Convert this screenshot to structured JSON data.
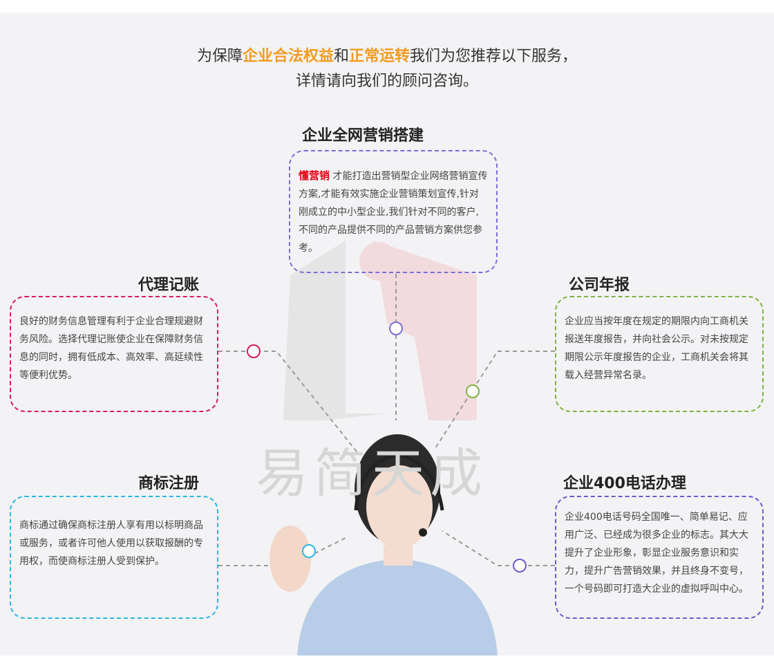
{
  "headline": {
    "p1": "为保障",
    "h1": "企业合法权益",
    "p2": "和",
    "h2": "正常运转",
    "p3": "我们为您推荐以下服务，",
    "line2": "详情请向我们的顾问咨询。"
  },
  "services": [
    {
      "title": "企业全网营销搭建",
      "lead": "懂营销",
      "text": " 才能打造出营销型企业网络营销宣传方案,才能有效实施企业营销策划宣传,针对刚成立的中小型企业,我们针对不同的客户,不同的产品提供不同的产品营销方案供您参考。",
      "color": "#7a6fd4"
    },
    {
      "title": "代理记账",
      "text": "良好的财务信息管理有利于企业合理规避财务风险。选择代理记账使企业在保障财务信息的同时，拥有低成本、高效率、高延续性等便利优势。",
      "color": "#d9195c"
    },
    {
      "title": "公司年报",
      "text": "企业应当按年度在规定的期限内向工商机关报送年度报告，并向社会公示。对未按规定期限公示年度报告的企业，工商机关会将其载入经营异常名录。",
      "color": "#7cb342"
    },
    {
      "title": "商标注册",
      "text": "商标通过确保商标注册人享有用以标明商品或服务，或者许可他人使用以获取报酬的专用权，而使商标注册人受到保护。",
      "color": "#29b6e0"
    },
    {
      "title": "企业400电话办理",
      "text": "企业400电话号码全国唯一、简单易记、应用广泛、已经成为很多企业的标志。其大大提升了企业形象，彰显企业服务意识和实力，提升广告营销效果，并且终身不变号，一个号码即可打造大企业的虚拟呼叫中心。",
      "color": "#6a5acd"
    }
  ],
  "watermark": "易简天成"
}
